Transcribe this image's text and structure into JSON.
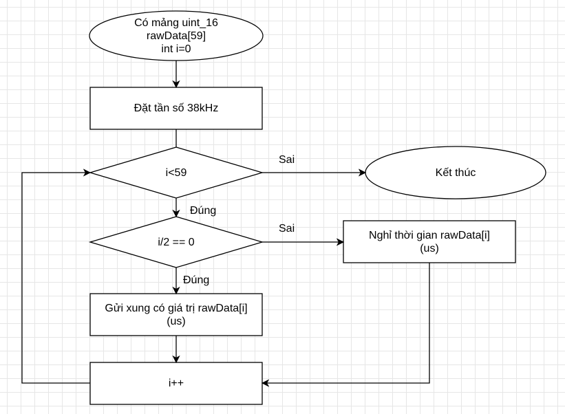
{
  "nodes": {
    "start": "Có mảng uint_16\nrawData[59]\nint i=0",
    "set_freq": "Đặt tần số 38kHz",
    "cond_loop": "i<59",
    "end": "Kết thúc",
    "cond_even": "i/2 == 0",
    "wait": "Nghỉ thời gian rawData[i]\n(us)",
    "send": "Gửi xung có giá trị rawData[i]\n(us)",
    "increment": "i++"
  },
  "edge_labels": {
    "loop_false": "Sai",
    "loop_true": "Đúng",
    "even_false": "Sai",
    "even_true": "Đúng"
  }
}
